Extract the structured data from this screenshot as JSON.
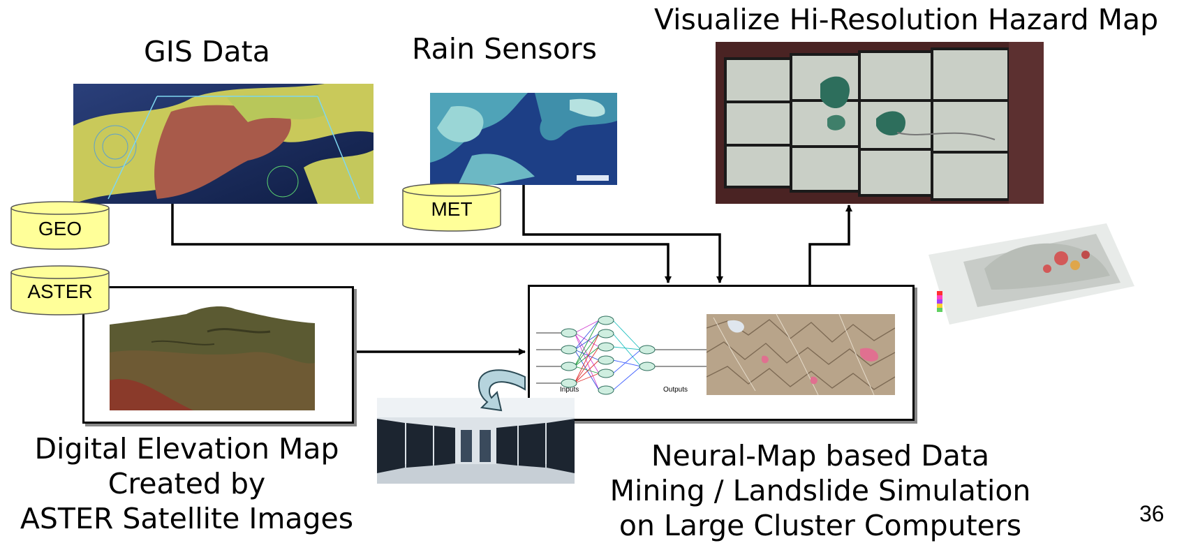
{
  "titles": {
    "gis": "GIS Data",
    "rain": "Rain Sensors",
    "visualize": "Visualize Hi-Resolution Hazard Map"
  },
  "cylinders": {
    "geo": "GEO",
    "met": "MET",
    "aster": "ASTER"
  },
  "captions": {
    "dem": [
      "Digital Elevation Map",
      "Created by",
      "ASTER Satellite Images"
    ],
    "neural": [
      "Neural-Map based Data",
      "Mining / Landslide Simulation",
      "on Large Cluster Computers"
    ]
  },
  "network": {
    "inputs_label": "Inputs",
    "outputs_label": "Outputs"
  },
  "page_number": "36"
}
